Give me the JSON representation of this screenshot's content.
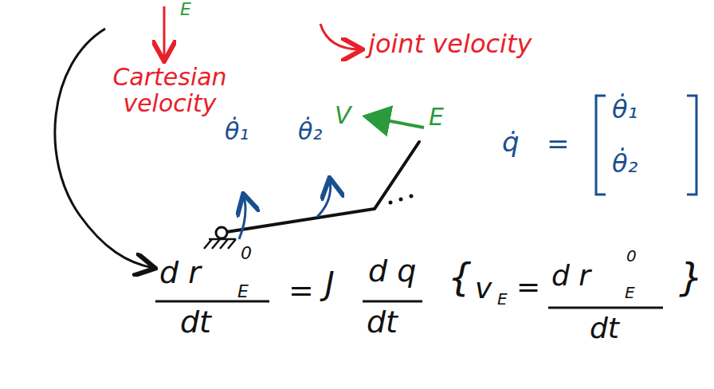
{
  "diagram": {
    "labels": [
      "E",
      "Cartesian velocity",
      "joint velocity",
      "V",
      "E",
      "θ̇₁",
      "θ̇₂",
      "q̇",
      "=",
      "θ̇₁",
      "θ̇₂",
      "d r",
      "E",
      "0",
      "dt",
      "=",
      "J",
      "d q",
      "dt",
      "{",
      "v",
      "E",
      "=",
      "d r",
      "E",
      "0",
      "dt",
      "}"
    ]
  }
}
